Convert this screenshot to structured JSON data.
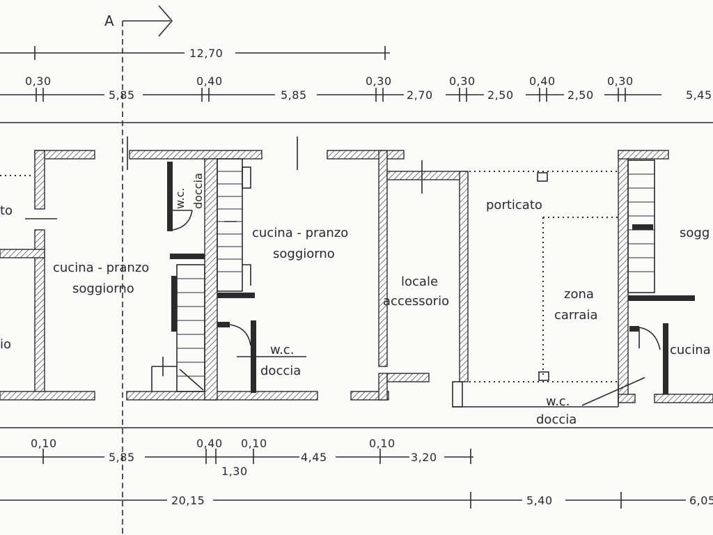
{
  "section": {
    "label": "A"
  },
  "dims": {
    "top_total": "12,70",
    "row2": [
      "0,30",
      "5,85",
      "0,40",
      "5,85",
      "0,30",
      "2,70",
      "0,30",
      "2,50",
      "0,40",
      "2,50",
      "0,30",
      "5,45"
    ],
    "row3": [
      "0,10",
      "5,85",
      "0,40",
      "0,10",
      "1,30",
      "4,45",
      "0,10",
      "3,20"
    ],
    "row4": [
      "20,15",
      "5,40",
      "6,05"
    ]
  },
  "rooms": {
    "left_partial": "to",
    "left_partial_bottom": "io",
    "cucina1": [
      "cucina - pranzo",
      "soggiorno"
    ],
    "wc1": [
      "w.c.",
      "doccia"
    ],
    "cucina2": [
      "cucina - pranzo",
      "soggiorno"
    ],
    "wc2": [
      "w.c.",
      "doccia"
    ],
    "locale": [
      "locale",
      "accessorio"
    ],
    "porticato": "porticato",
    "zona": [
      "zona",
      "carraia"
    ],
    "wc3": [
      "w.c.",
      "doccia"
    ],
    "right_sogg": "sogg",
    "right_cucin": "cucina"
  }
}
